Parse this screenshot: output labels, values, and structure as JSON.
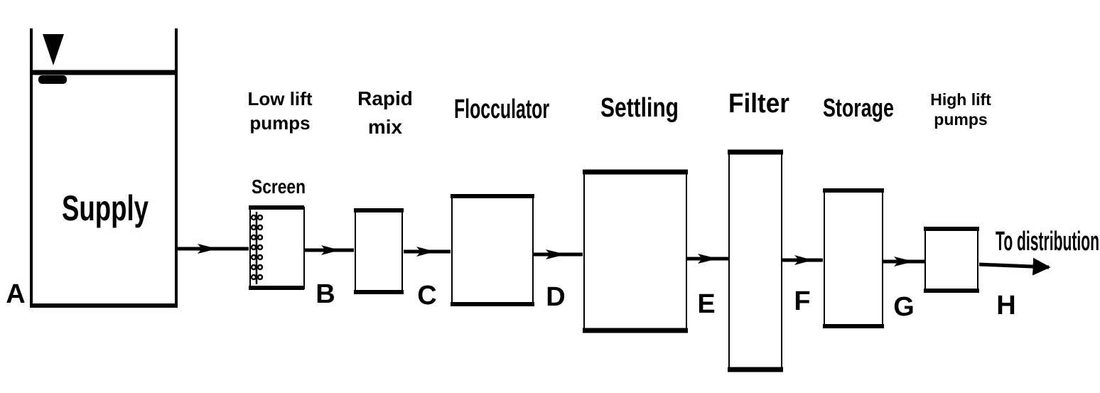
{
  "supply": {
    "label": "Supply"
  },
  "stages": {
    "low_lift": {
      "line1": "Low lift",
      "line2": "pumps"
    },
    "screen": {
      "label": "Screen"
    },
    "rapid_mix": {
      "line1": "Rapid",
      "line2": "mix"
    },
    "flocculator": {
      "label": "Flocculator"
    },
    "settling": {
      "label": "Settling"
    },
    "filter": {
      "label": "Filter"
    },
    "storage": {
      "label": "Storage"
    },
    "high_lift": {
      "line1": "High lift",
      "line2": "pumps"
    }
  },
  "outlet": {
    "label": "To distribution"
  },
  "points": [
    "A",
    "B",
    "C",
    "D",
    "E",
    "F",
    "G",
    "H"
  ],
  "colors": {
    "ink": "#000000",
    "background": "#ffffff"
  }
}
